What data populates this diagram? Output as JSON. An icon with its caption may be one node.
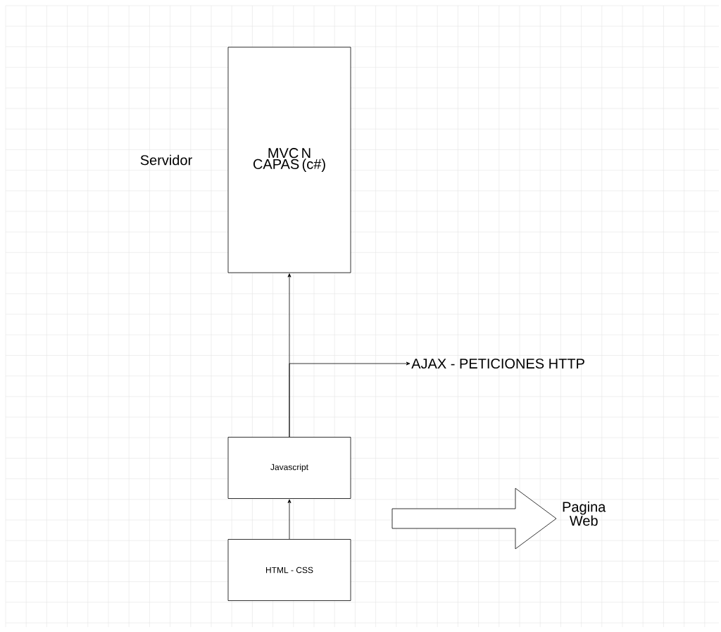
{
  "diagram": {
    "nodes": [
      {
        "text": [
          "MVC N CAPAS (c#)"
        ]
      },
      {
        "text": [
          "Javascript"
        ]
      },
      {
        "text": [
          "HTML - CSS"
        ]
      },
      {
        "text": [
          "AJAX - PETICIONES HTTP"
        ]
      },
      {
        "text": [
          "Pagina Web"
        ]
      }
    ],
    "edges": [
      {
        "from": 2,
        "to": 1,
        "arrow": "to"
      },
      {
        "from": 1,
        "to": 0,
        "arrow": "to"
      },
      {
        "from": 1,
        "to": 3,
        "arrow": "to"
      },
      {
        "from": null,
        "to": 4,
        "arrow": "to",
        "style": "thick"
      }
    ],
    "labels": [
      "Servidor"
    ]
  }
}
